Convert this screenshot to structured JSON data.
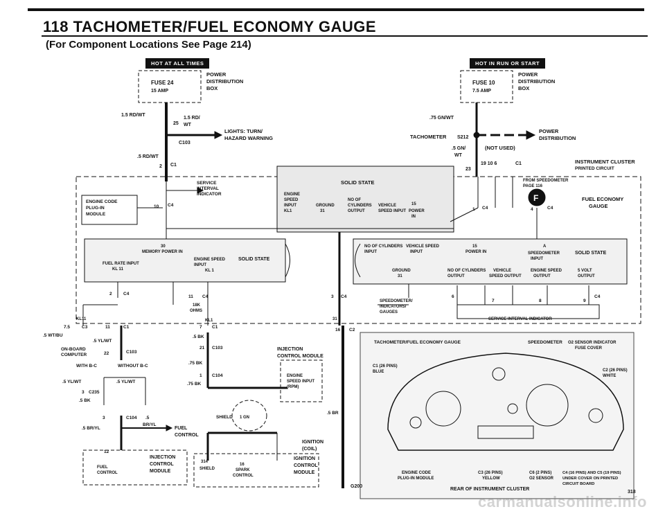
{
  "header": {
    "title": "118 TACHOMETER/FUEL ECONOMY GAUGE",
    "subtitle": "(For Component Locations See Page 214)"
  },
  "badges": {
    "left": "HOT AT ALL TIMES",
    "right": "HOT IN RUN OR START"
  },
  "left_fuse": {
    "fuse": "FUSE 24",
    "amp": "15 AMP",
    "pd1": "POWER",
    "pd2": "DISTRIBUTION",
    "pd3": "BOX"
  },
  "right_fuse": {
    "fuse": "FUSE 10",
    "amp": "7.5 AMP",
    "pd1": "POWER",
    "pd2": "DISTRIBUTION",
    "pd3": "BOX"
  },
  "labels": {
    "w15rdwt_a": "1.5 RD/WT",
    "w15rdwt_b": "1.5 RD/",
    "w15rdwt_b2": "WT",
    "pin25": "25",
    "c103": "C103",
    "lights1": "LIGHTS: TURN/",
    "lights2": "HAZARD WARNING",
    "w5rdwt": ".5 RD/WT",
    "pin2": "2",
    "c1_left": "C1",
    "service1": "SERVICE",
    "service2": "INTERVAL",
    "service3": "INDICATOR",
    "ecm1": "ENGINE CODE",
    "ecm2": "PLUG-IN",
    "ecm3": "MODULE",
    "pin10": "10",
    "c4_left": "C4",
    "ss_top": "SOLID STATE",
    "ss_a1": "ENGINE",
    "ss_a2": "SPEED",
    "ss_a3": "INPUT",
    "ss_a4": "KL1",
    "ss_b1": "GROUND",
    "ss_b2": "31",
    "ss_c1": "NO OF",
    "ss_c2": "CYLINDERS",
    "ss_c3": "OUTPUT",
    "ss_d1": "VEHICLE",
    "ss_d2": "SPEED INPUT",
    "ss_e1": "15",
    "ss_e2": "POWER",
    "ss_e3": "IN",
    "tacho": "TACHOMETER",
    "s212": "S212",
    "pd_r1": "POWER",
    "pd_r2": "DISTRIBUTION",
    "w75gnwt": ".75 GN/WT",
    "w5gn": ".5 GN/",
    "w5gn2": "WT",
    "notused": "(NOT USED)",
    "pin23": "23",
    "pins_19_10_6": "19  10  6",
    "c1_right": "C1",
    "ic1": "INSTRUMENT CLUSTER",
    "ic2": "PRINTED CIRCUIT",
    "fromspeedo1": "FROM SPEEDOMETER",
    "fromspeedo2": "PAGE 116",
    "gauge_f": "F",
    "fe1": "FUEL ECONOMY",
    "fe2": "GAUGE",
    "pin1": "1",
    "c4_mid": "C4",
    "pin4": "4",
    "c4_r": "C4",
    "mem1": "30",
    "mem2": "MEMORY POWER IN",
    "fr1": "FUEL RATE INPUT",
    "fr2": "KL 11",
    "es1": "ENGINE SPEED",
    "es2": "INPUT",
    "es3": "KL 1",
    "ss_left": "SOLID STATE",
    "r_nc1": "NO OF CYLINDERS",
    "r_nc2": "INPUT",
    "r_vs1": "VEHICLE SPEED",
    "r_vs2": "INPUT",
    "r_15": "15",
    "r_pw": "POWER IN",
    "r_a": "A",
    "r_sp1": "SPEEDOMETER",
    "r_sp2": "INPUT",
    "r_ss": "SOLID STATE",
    "r_gnd1": "GROUND",
    "r_gnd2": "31",
    "r_cyo1": "NO OF CYLINDERS",
    "r_cyo2": "OUTPUT",
    "r_vso1": "VEHICLE",
    "r_vso2": "SPEED OUTPUT",
    "r_eso1": "ENGINE SPEED",
    "r_eso2": "OUTPUT",
    "r_5v1": "5 VOLT",
    "r_5v2": "OUTPUT",
    "p2c4": "2",
    "c4_b1": "C4",
    "p11c4": "11",
    "c4_b2": "C4",
    "p3c4": "3",
    "c4_b3": "C4",
    "p6": "6",
    "p7": "7",
    "p8": "8",
    "p9": "9",
    "c4_b4": "C4",
    "ohms1": "18K",
    "ohms2": "OHMS",
    "kl1": "KL1",
    "speedo_ind1": "SPEEDOMETER/",
    "speedo_ind2": "INDICATORS/",
    "speedo_ind3": "GAUGES",
    "svc_bar": "SERVICE INTERVAL INDICATOR",
    "kl11": "KL11",
    "p31": "31",
    "p75": "7.5",
    "c3": "C3",
    "p11b": "11",
    "c1b": "C1",
    "w5wtbu": ".5 WT/BU",
    "w5ylwt": ".5 YL/WT",
    "p7b": "7",
    "c1c": "C1",
    "w5bk": ".5 BK",
    "p16": "16",
    "c2": "C2",
    "obc1": "ON-BOARD",
    "obc2": "COMPUTER",
    "p22": "22",
    "c103b": "C103",
    "p21": "21",
    "c103c": "C103",
    "icm1": "INJECTION",
    "icm2": "CONTROL MODULE",
    "withbc": "WITH B-C",
    "withoutbc": "WITHOUT B-C",
    "w75bk": ".75 BK",
    "p1": "1",
    "c104": "C104",
    "esi1": "ENGINE",
    "esi2": "SPEED INPUT",
    "esi3": "(RPM)",
    "w5ylwt2": ".5 YL/WT",
    "w5ylwt3": ".5 YL/WT",
    "p3": "3",
    "c235": "C235",
    "w5bk2": ".5 BK",
    "w75bk2": ".75 BK",
    "p3b": "3",
    "c104b": "C104",
    "p5": ".5",
    "brl": "BR/YL",
    "w5bryl": ".5 BR/YL",
    "fuelctrl1": "FUEL",
    "fuelctrl2": "CONTROL",
    "shield": "SHIELD",
    "ign1": "IGNITION",
    "ign2": "(COIL)",
    "w5br": ".5 BR",
    "p12": "12",
    "fc1": "FUEL",
    "fc2": "CONTROL",
    "im1": "INJECTION",
    "im2": "CONTROL",
    "im3": "MODULE",
    "sh1": "314",
    "sh2": "SHIELD",
    "spk1": "16",
    "spk2": "SPARK",
    "spk3": "CONTROL",
    "icb1": "IGNITION",
    "icb2": "CONTROL",
    "icb3": "MODULE",
    "g200": "G200",
    "gn1": "1 GN"
  },
  "cluster": {
    "t1": "TACHOMETER/FUEL ECONOMY GAUGE",
    "t2": "SPEEDOMETER",
    "t3a": "O2 SENSOR INDICATOR",
    "t3b": "FUSE COVER",
    "c1a": "C1 (26 PINS)",
    "c1b": "BLUE",
    "c2a": "C2 (26 PINS)",
    "c2b": "WHITE",
    "b1a": "ENGINE CODE",
    "b1b": "PLUG-IN MODULE",
    "b2a": "C3 (26 PINS)",
    "b2b": "YELLOW",
    "b3a": "C6 (2 PINS)",
    "b3b": "O2 SENSOR",
    "b4a": "C4 (16 PINS) AND C5 (19 PINS)",
    "b4b": "UNDER COVER ON PRINTED",
    "b4c": "CIRCUIT BOARD",
    "rear": "REAR OF INSTRUMENT CLUSTER"
  },
  "page_code": "318",
  "watermark": "carmanualsonline.info"
}
